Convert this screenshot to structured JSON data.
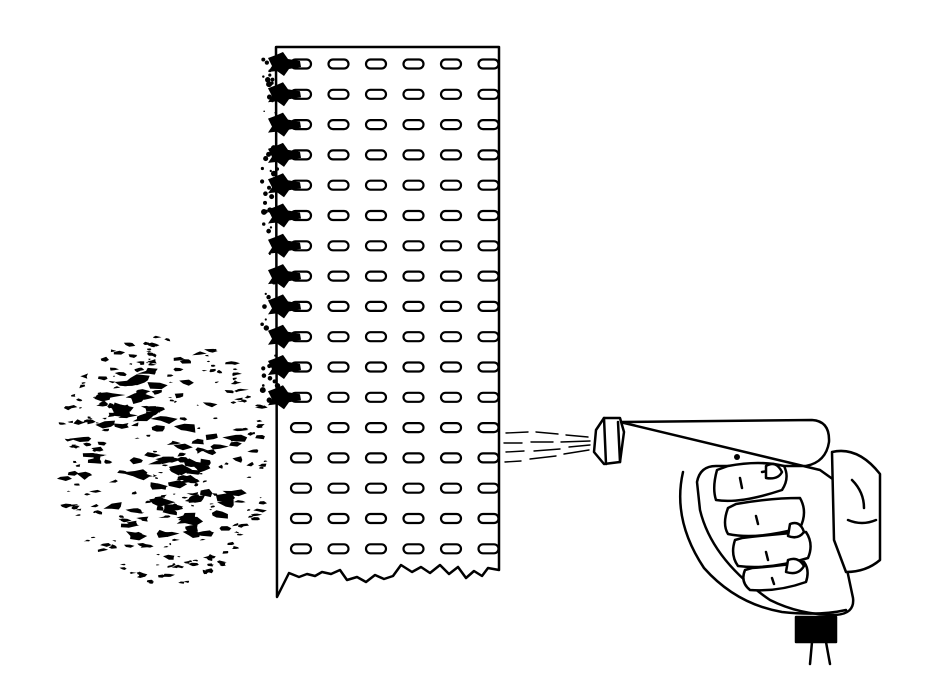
{
  "illustration": {
    "subject": "line-drawing",
    "background_color": "#ffffff",
    "ink_color": "#000000",
    "elements": [
      "perforated-plate",
      "debris-cloud",
      "air-spray-gun",
      "hand",
      "spray-stream",
      "hose-connector"
    ],
    "plate": {
      "slot_rows": 17,
      "slot_columns": 6,
      "clogged_rows": 12
    }
  }
}
